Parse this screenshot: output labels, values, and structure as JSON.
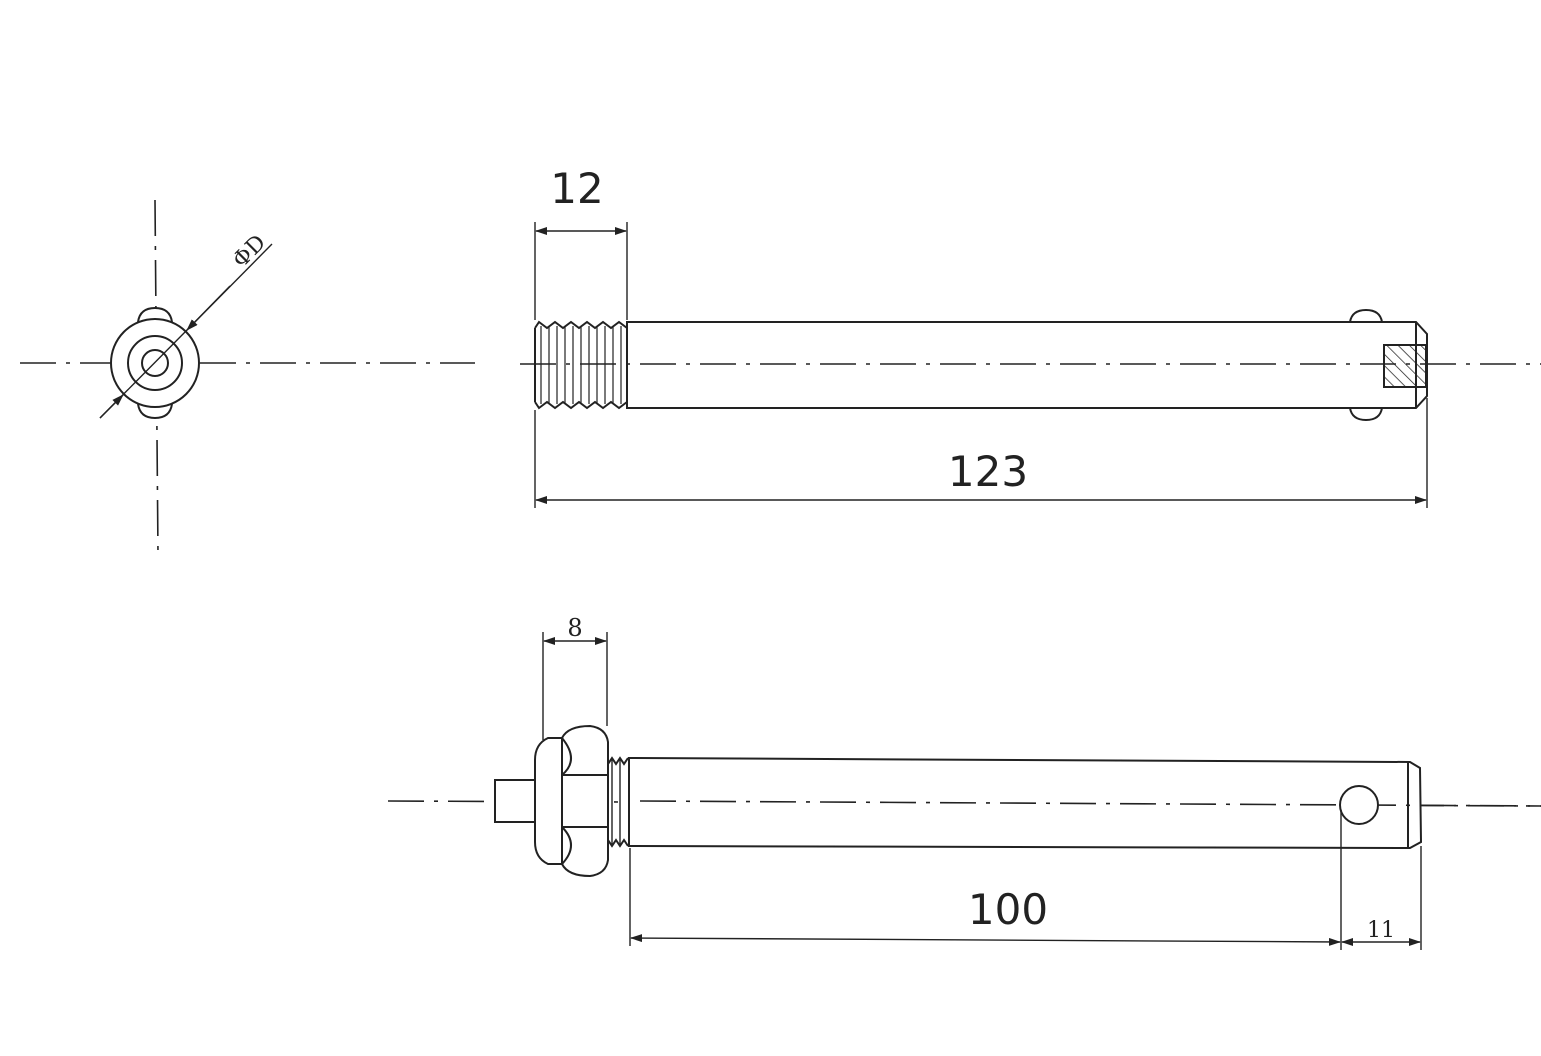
{
  "drawing": {
    "end_view": {
      "diameter_label": "ΦD"
    },
    "top_view": {
      "thread_length": "12",
      "overall_length": "123"
    },
    "bottom_view": {
      "nut_width": "8",
      "pin_length": "100",
      "hole_offset": "11"
    }
  }
}
